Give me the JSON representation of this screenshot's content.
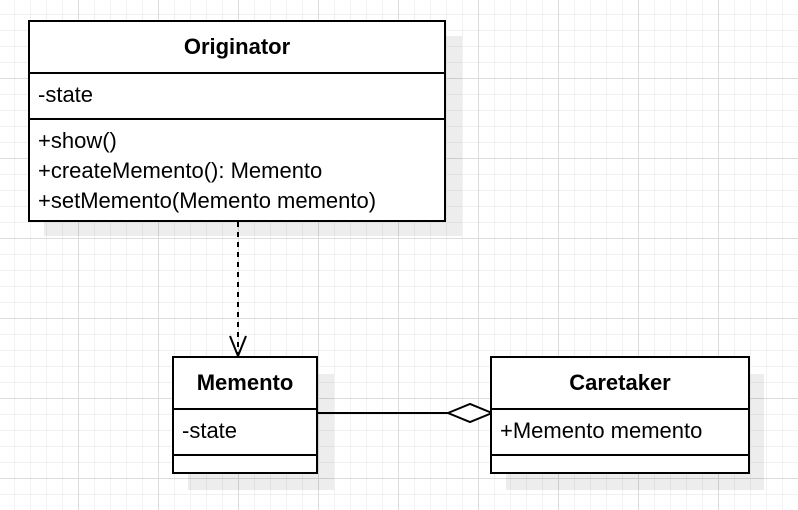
{
  "originator": {
    "name": "Originator",
    "attributes": [
      "-state"
    ],
    "methods": [
      "+show()",
      "+createMemento(): Memento",
      "+setMemento(Memento memento)"
    ]
  },
  "memento": {
    "name": "Memento",
    "attributes": [
      "-state"
    ]
  },
  "caretaker": {
    "name": "Caretaker",
    "attributes": [
      "+Memento memento"
    ]
  }
}
